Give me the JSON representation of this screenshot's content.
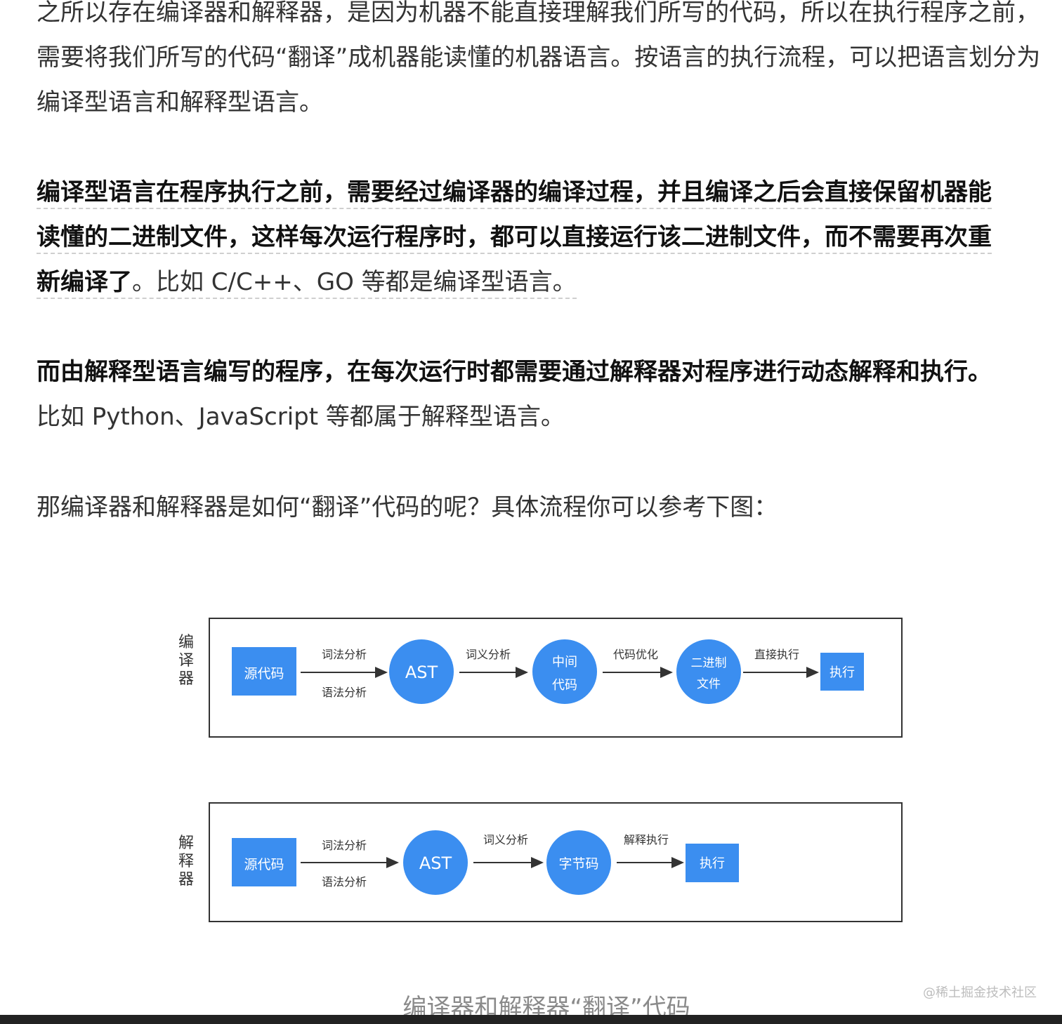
{
  "paragraphs": {
    "p1": "之所以存在编译器和解释器，是因为机器不能直接理解我们所写的代码，所以在执行程序之前，需要将我们所写的代码“翻译”成机器能读懂的机器语言。按语言的执行流程，可以把语言划分为编译型语言和解释型语言。",
    "p2_bold_1": "编译型语言在程序执行之前，需要经过编译器的编译过程，并且编译之后会直接保留机器能",
    "p2_bold_2": "读懂的二进制文件，这样每次运行程序时，都可以直接运行该二进制文件，而不需要再次重",
    "p2_bold_3": "新编译了",
    "p2_rest": "。比如 C/C++、GO 等都是编译型语言。",
    "p3_bold": "而由解释型语言编写的程序，在每次运行时都需要通过解释器对程序进行动态解释和执行。",
    "p3_rest": "比如 Python、JavaScript 等都属于解释型语言。",
    "p4": "那编译器和解释器是如何“翻译”代码的呢？具体流程你可以参考下图："
  },
  "diagram": {
    "compiler": {
      "label": [
        "编",
        "译",
        "器"
      ],
      "source": "源代码",
      "step1_top": "词法分析",
      "step1_bottom": "语法分析",
      "ast": "AST",
      "step2": "词义分析",
      "ir_line1": "中间",
      "ir_line2": "代码",
      "step3": "代码优化",
      "bin_line1": "二进制",
      "bin_line2": "文件",
      "step4": "直接执行",
      "exec": "执行"
    },
    "interpreter": {
      "label": [
        "解",
        "释",
        "器"
      ],
      "source": "源代码",
      "step1_top": "词法分析",
      "step1_bottom": "语法分析",
      "ast": "AST",
      "step2": "词义分析",
      "bytecode": "字节码",
      "step3": "解释执行",
      "exec": "执行"
    },
    "colors": {
      "accent": "#3b8ef0",
      "frame": "#333333"
    }
  },
  "caption": "编译器和解释器“翻译”代码",
  "watermark": "@稀土掘金技术社区"
}
